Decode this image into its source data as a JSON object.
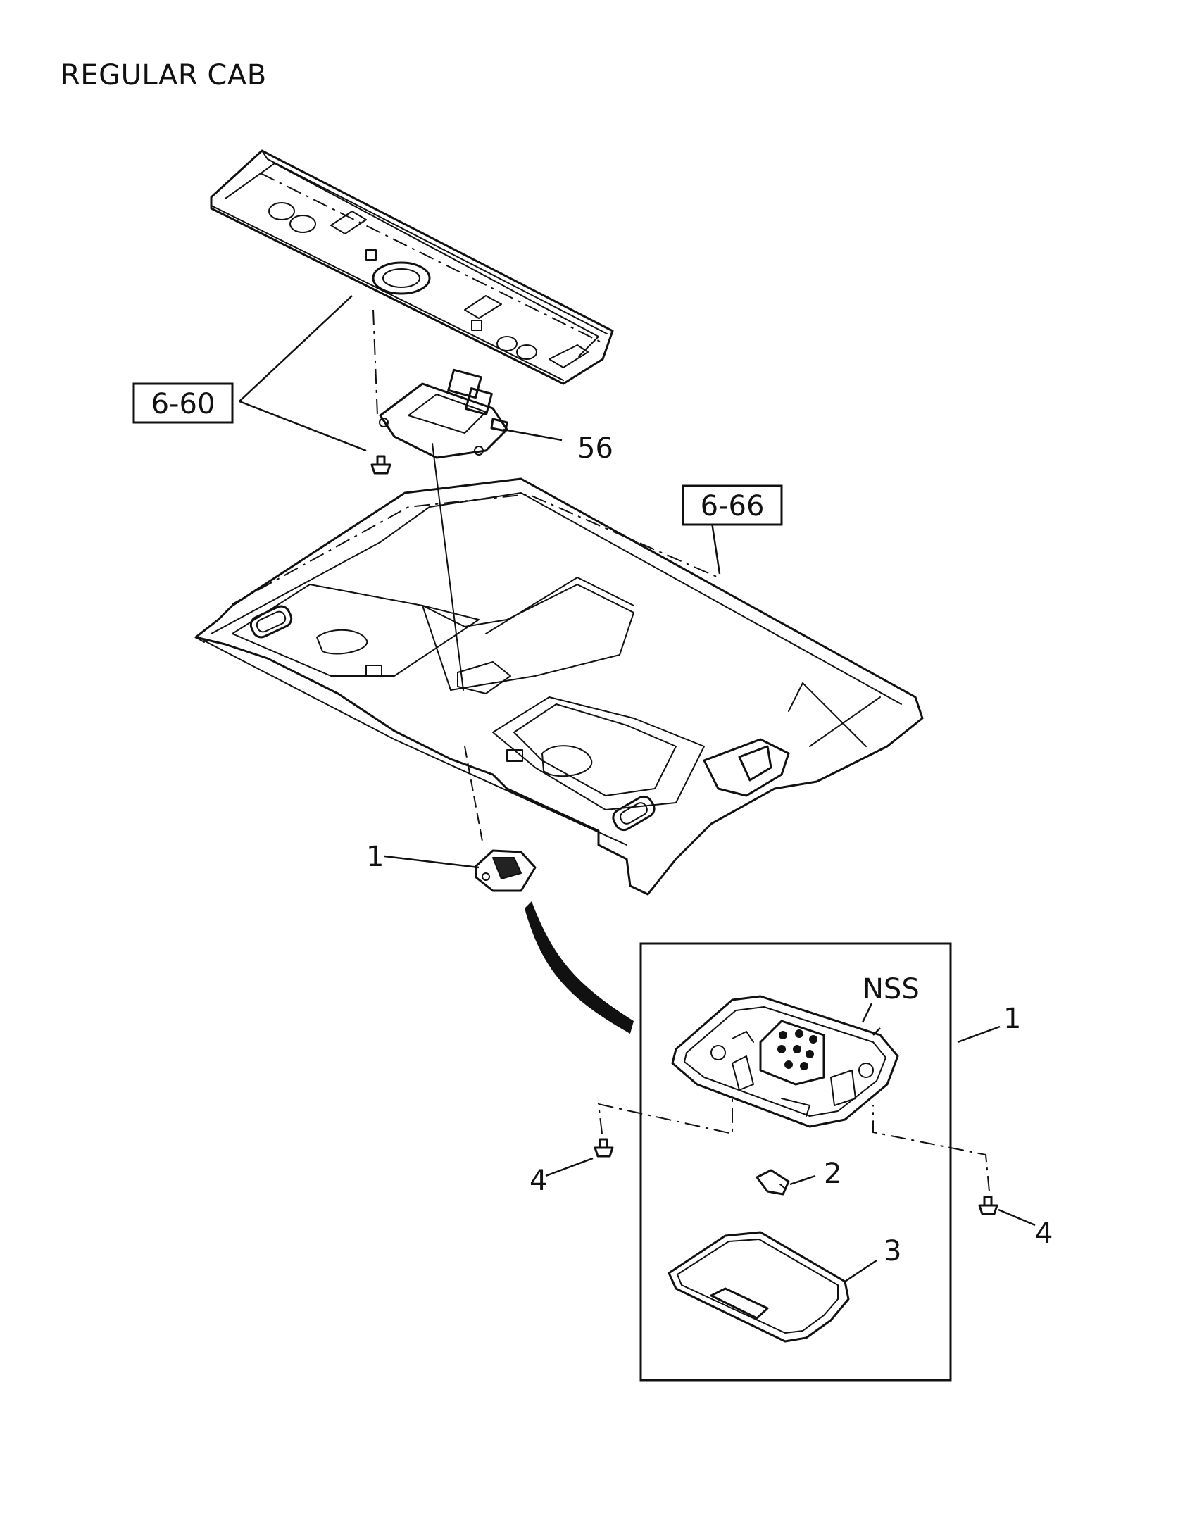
{
  "title": "REGULAR CAB",
  "labels": {
    "part_56": "56",
    "part_1_main": "1",
    "part_1_detail": "1",
    "part_2": "2",
    "part_3": "3",
    "part_4_left": "4",
    "part_4_right": "4",
    "nss": "NSS"
  },
  "references": {
    "ref_6_60": "6-60",
    "ref_6_66": "6-66"
  }
}
